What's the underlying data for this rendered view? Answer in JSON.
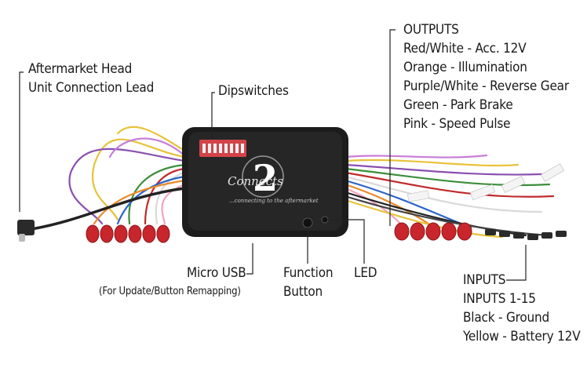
{
  "labels": {
    "head_unit_lead": [
      "Aftermarket Head",
      "Unit Connection Lead"
    ],
    "dipswitches": "Dipswitches",
    "outputs_title": "OUTPUTS",
    "outputs": [
      "Red/White - Acc. 12V",
      "Orange - Illumination",
      "Purple/White - Reverse Gear",
      "Green - Park Brake",
      "Pink - Speed Pulse"
    ],
    "micro_usb": "Micro USB",
    "micro_usb_note": "(For Update/Button Remapping)",
    "function_button": [
      "Function",
      "Button"
    ],
    "led": "LED",
    "inputs_title": "INPUTS",
    "inputs": [
      "INPUTS 1-15",
      "Black - Ground",
      "Yellow - Battery 12V"
    ]
  },
  "device": {
    "brand_logo_text": "Connects",
    "brand_number": "2",
    "tagline": "...connecting to the aftermarket"
  },
  "colors": {
    "device_body": "#1c1c1c",
    "connector_red": "#c8262c",
    "callout_line": "#222222"
  }
}
